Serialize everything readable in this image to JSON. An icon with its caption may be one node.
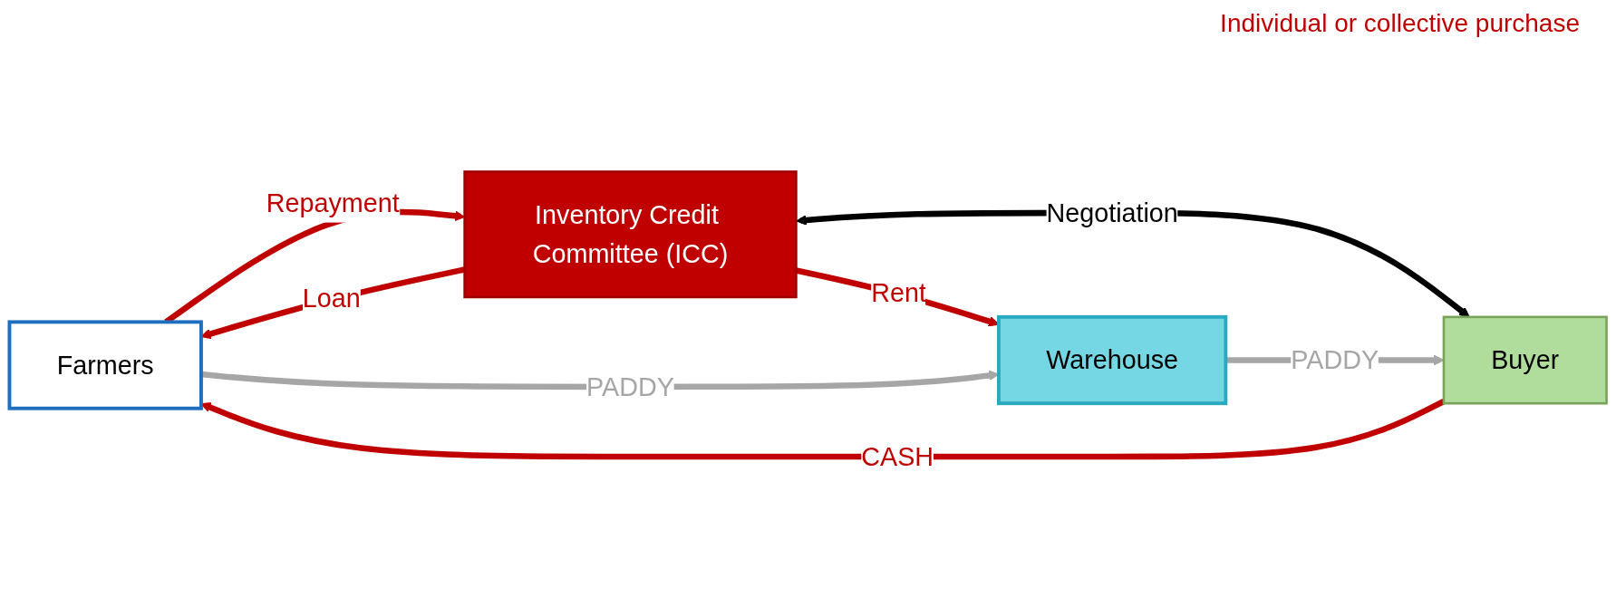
{
  "diagram": {
    "nodes": [
      {
        "text": [
          "Farmers"
        ]
      },
      {
        "text": [
          "Warehouse"
        ]
      },
      {
        "text": [
          "Inventory Credit Committee (ICC)"
        ]
      },
      {
        "text": [
          "Buyer"
        ]
      }
    ],
    "edges": [
      {
        "from": 3,
        "to": 0,
        "arrow": "to",
        "label": "CASH"
      },
      {
        "from": 2,
        "to": 0,
        "arrow": "to",
        "label": "Loan"
      },
      {
        "from": 0,
        "to": 2,
        "arrow": "to",
        "label": "Repayment"
      },
      {
        "from": 2,
        "to": 1,
        "arrow": "to",
        "label": "Rent"
      },
      {
        "from": 2,
        "to": 3,
        "arrow": "both",
        "label": "Negotiation",
        "color": "#000000"
      },
      {
        "from": 0,
        "to": 1,
        "arrow": "to",
        "label": "PADDY",
        "color": "#a6a6a6"
      },
      {
        "from": 1,
        "to": 3,
        "arrow": "to",
        "label": "PADDY",
        "color": "#a6a6a6"
      }
    ],
    "labels": [
      "Individual or collective purchase"
    ]
  }
}
